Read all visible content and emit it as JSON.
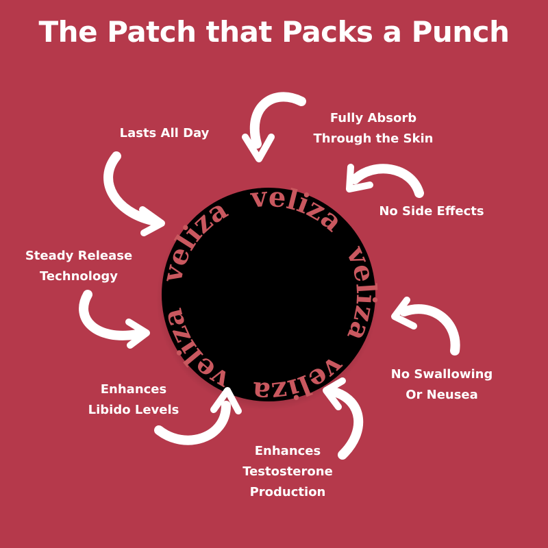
{
  "title": "The Patch that Packs a Punch",
  "brand": "veliza",
  "colors": {
    "background": "#b5394b",
    "text": "#ffffff",
    "patch": "#000000",
    "brand_text": "#c9585f",
    "arrow": "#ffffff"
  },
  "benefits": [
    {
      "line1": "Lasts All Day",
      "line2": ""
    },
    {
      "line1": "Fully Absorb",
      "line2": "Through the Skin"
    },
    {
      "line1": "No Side Effects",
      "line2": ""
    },
    {
      "line1": "Steady Release",
      "line2": "Technology"
    },
    {
      "line1": "No Swallowing",
      "line2": "Or Neusea"
    },
    {
      "line1": "Enhances",
      "line2": "Libido Levels"
    },
    {
      "line1": "Enhances",
      "line2": "Testosterone",
      "line3": "Production"
    }
  ]
}
